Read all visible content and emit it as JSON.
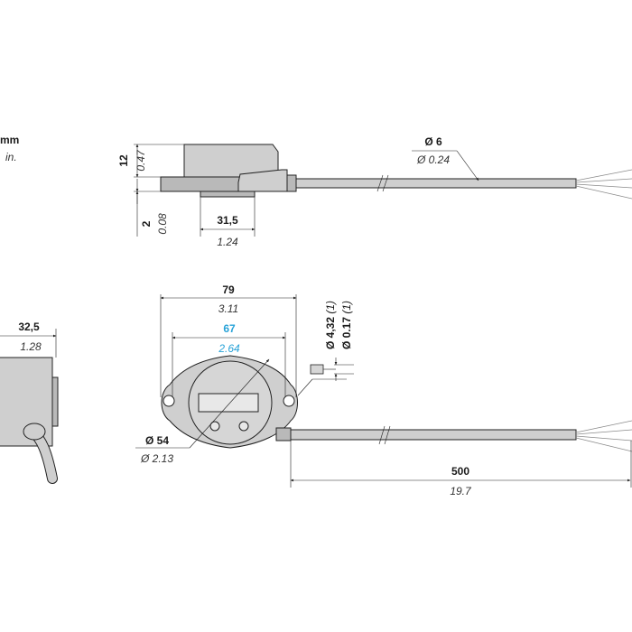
{
  "units": {
    "primary": "mm",
    "secondary": "in."
  },
  "top_view": {
    "height": {
      "mm": "12",
      "in": "0.47"
    },
    "base_height": {
      "mm": "2",
      "in": "0.08"
    },
    "base_width": {
      "mm": "31,5",
      "in": "1.24"
    },
    "cable_diameter": {
      "mm": "Ø 6",
      "in": "Ø 0.24"
    }
  },
  "side_view": {
    "width": {
      "mm": "32,5",
      "in": "1.28"
    }
  },
  "front_view": {
    "overall_width": {
      "mm": "79",
      "in": "3.11"
    },
    "hole_spacing": {
      "mm": "67",
      "in": "2.64"
    },
    "mounting_hole": {
      "mm": "Ø 4,32",
      "in": "Ø 0.17",
      "note": "(1)"
    },
    "body_diameter": {
      "mm": "Ø 54",
      "in": "Ø 2.13"
    },
    "cable_length": {
      "mm": "500",
      "in": "19.7"
    }
  },
  "colors": {
    "highlight": "#29a3d8",
    "body": "#cfcfcf",
    "line": "#222222"
  }
}
